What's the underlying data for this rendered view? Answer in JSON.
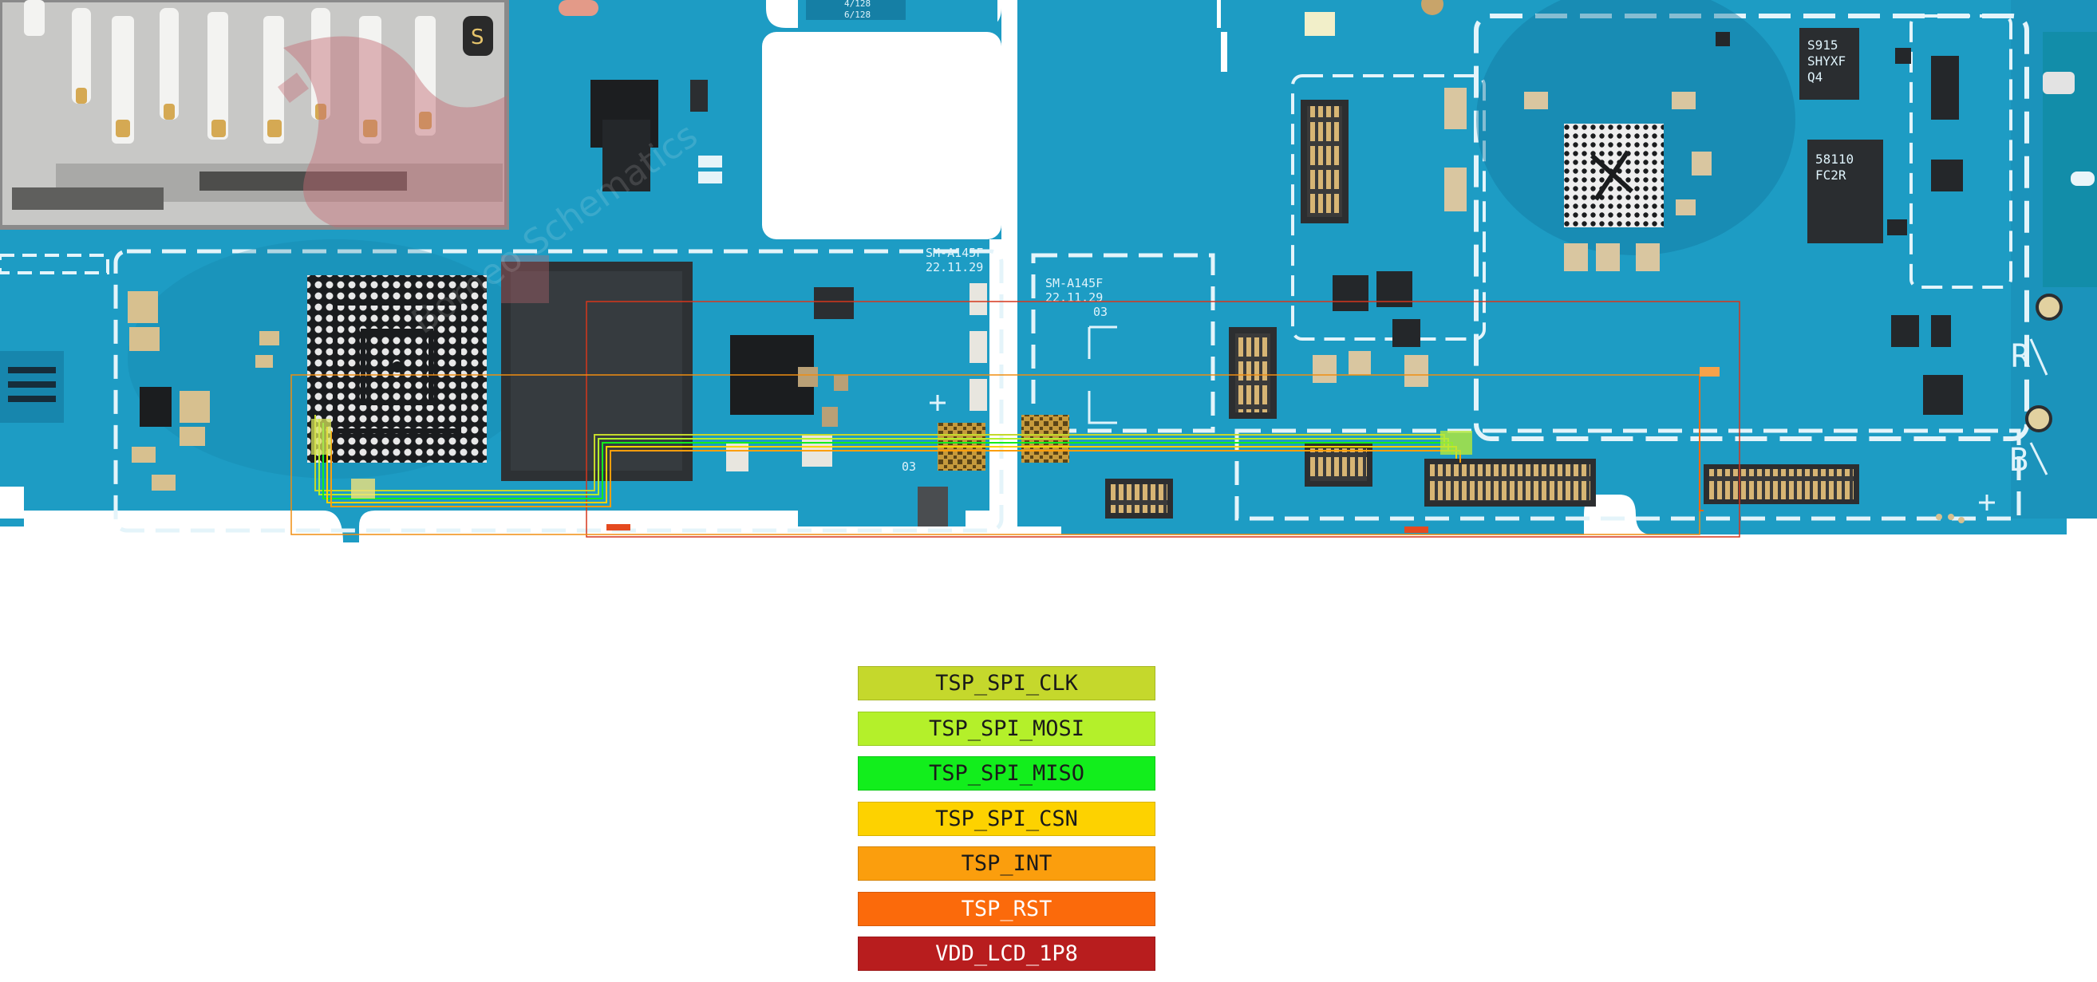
{
  "board": {
    "silkscreen": {
      "model_left": "SM-A145F",
      "date_left": "22.11.29",
      "model_right": "SM-A145F",
      "date_right": "22.11.29",
      "rev_right": "03",
      "rev_left": "03",
      "right_label_r": "R",
      "right_label_b": "B",
      "sim_label": "S",
      "chip_mark_1": "S915",
      "chip_mark_2": "SHYXF",
      "chip_mark_3": "Q4",
      "chip_mark_4": "58110",
      "chip_mark_5": "FC2R",
      "top_small_1": "4/128",
      "top_small_2": "6/128"
    },
    "watermark": "Borneo Schematics",
    "colors": {
      "pcb": "#1d9cc4",
      "pcb_dark": "#157fa5",
      "pad": "#c9b078",
      "chip": "#1c1f22"
    }
  },
  "legend": [
    {
      "label": "TSP_SPI_CLK",
      "bg": "#c5d82c",
      "fg": "#1a1a1a"
    },
    {
      "label": "TSP_SPI_MOSI",
      "bg": "#b4f02a",
      "fg": "#1a1a1a"
    },
    {
      "label": "TSP_SPI_MISO",
      "bg": "#12ee1c",
      "fg": "#1a1a1a"
    },
    {
      "label": "TSP_SPI_CSN",
      "bg": "#fdd200",
      "fg": "#1a1a1a"
    },
    {
      "label": "TSP_INT",
      "bg": "#fb9e0d",
      "fg": "#1a1a1a"
    },
    {
      "label": "TSP_RST",
      "bg": "#fb6a0b",
      "fg": "#ffffff"
    },
    {
      "label": "VDD_LCD_1P8",
      "bg": "#b81d1e",
      "fg": "#ffffff"
    }
  ]
}
